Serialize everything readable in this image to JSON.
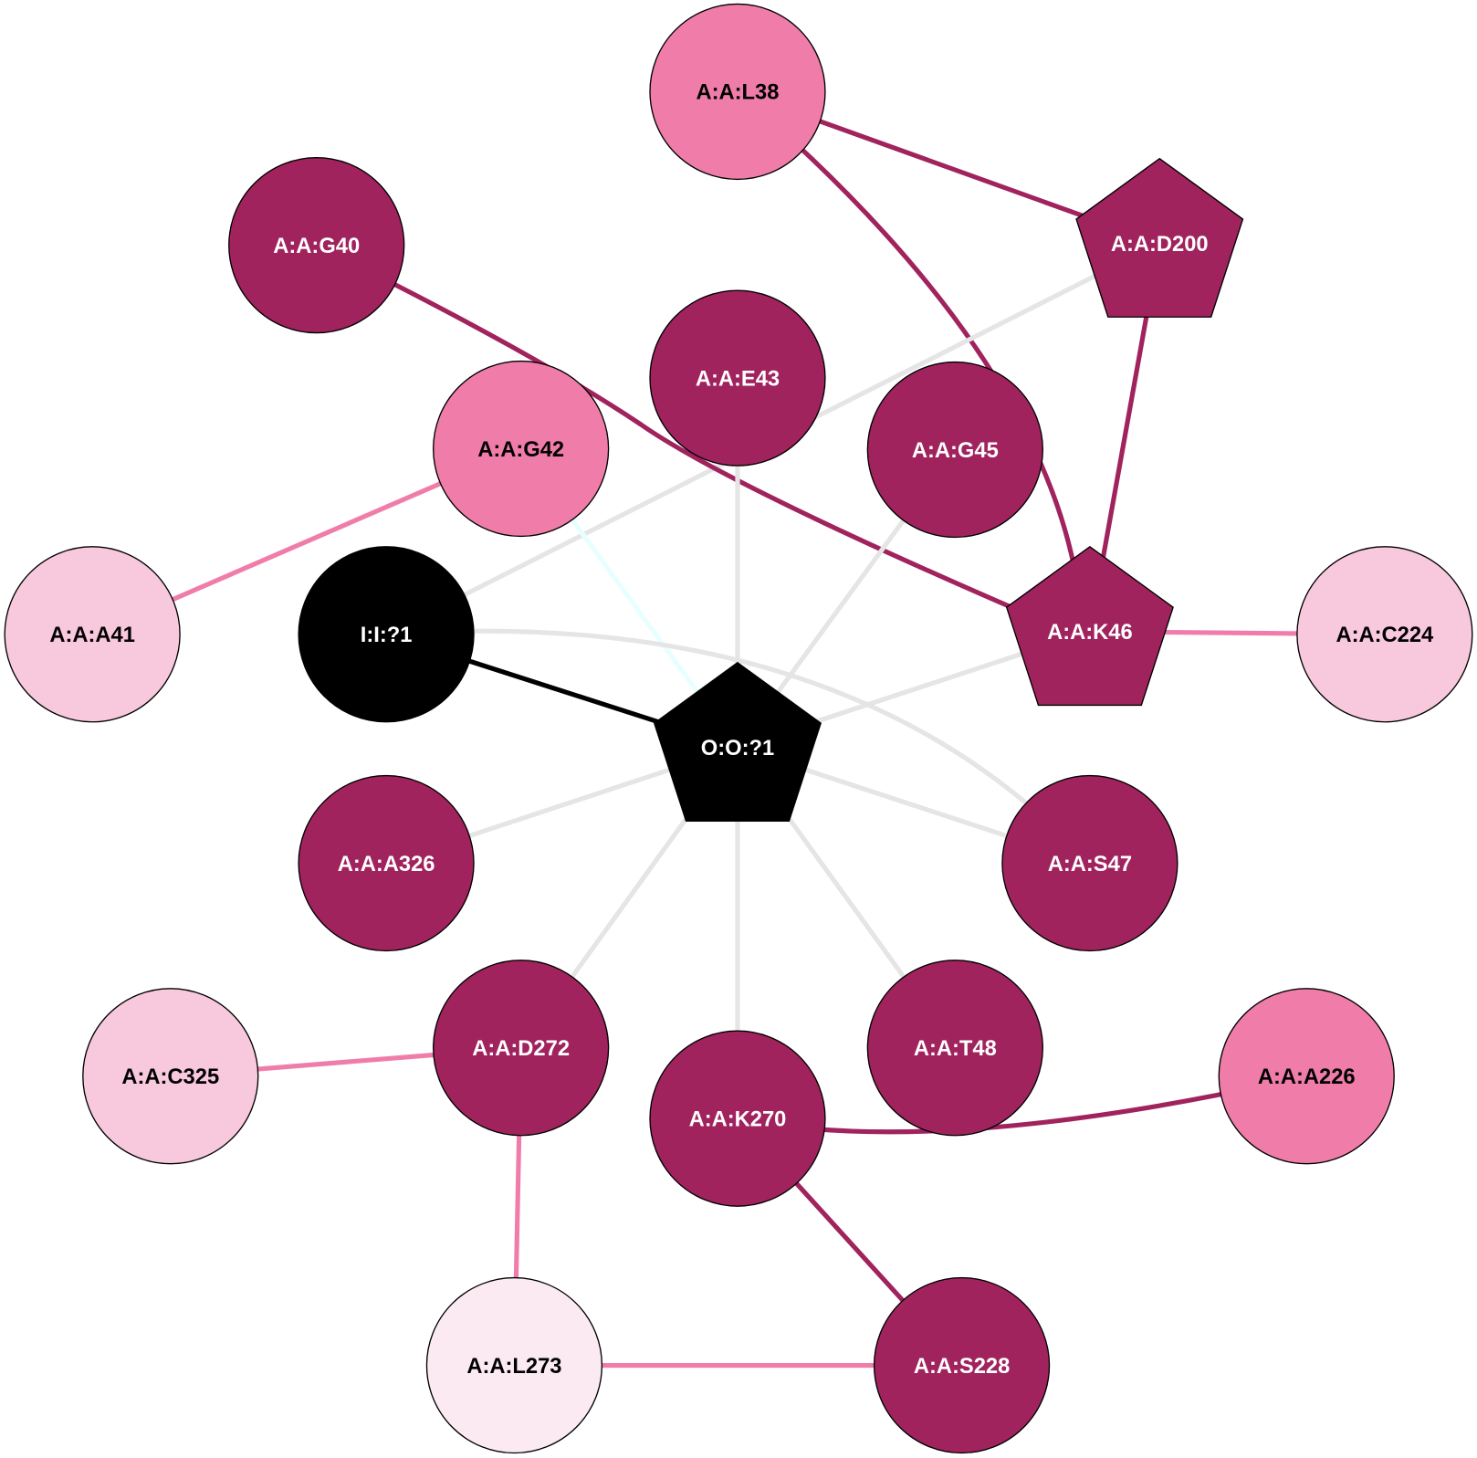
{
  "palette": {
    "dark": "#A0235E",
    "pink": "#F07DA9",
    "light": "#F8C8DC",
    "verylight": "#FBEAF2",
    "black": "#000000",
    "edge_grey": "#E5E5E5",
    "edge_cyan": "#E8FFFF",
    "edge_dark": "#A0235E",
    "edge_pink": "#F07DA9",
    "edge_black": "#000000"
  },
  "nodes": [
    {
      "id": "L38",
      "label": "A:A:L38",
      "shape": "circle",
      "fill": "pink"
    },
    {
      "id": "G40",
      "label": "A:A:G40",
      "shape": "circle",
      "fill": "dark"
    },
    {
      "id": "D200",
      "label": "A:A:D200",
      "shape": "pentagon",
      "fill": "dark"
    },
    {
      "id": "E43",
      "label": "A:A:E43",
      "shape": "circle",
      "fill": "dark"
    },
    {
      "id": "G42",
      "label": "A:A:G42",
      "shape": "circle",
      "fill": "pink"
    },
    {
      "id": "G45",
      "label": "A:A:G45",
      "shape": "circle",
      "fill": "dark"
    },
    {
      "id": "A41",
      "label": "A:A:A41",
      "shape": "circle",
      "fill": "light"
    },
    {
      "id": "I1",
      "label": "I:I:?1",
      "shape": "circle",
      "fill": "black"
    },
    {
      "id": "K46",
      "label": "A:A:K46",
      "shape": "pentagon",
      "fill": "dark"
    },
    {
      "id": "C224",
      "label": "A:A:C224",
      "shape": "circle",
      "fill": "light"
    },
    {
      "id": "O1",
      "label": "O:O:?1",
      "shape": "pentagon",
      "fill": "black"
    },
    {
      "id": "A326",
      "label": "A:A:A326",
      "shape": "circle",
      "fill": "dark"
    },
    {
      "id": "S47",
      "label": "A:A:S47",
      "shape": "circle",
      "fill": "dark"
    },
    {
      "id": "D272",
      "label": "A:A:D272",
      "shape": "circle",
      "fill": "dark"
    },
    {
      "id": "C325",
      "label": "A:A:C325",
      "shape": "circle",
      "fill": "light"
    },
    {
      "id": "T48",
      "label": "A:A:T48",
      "shape": "circle",
      "fill": "dark"
    },
    {
      "id": "K270",
      "label": "A:A:K270",
      "shape": "circle",
      "fill": "dark"
    },
    {
      "id": "A226",
      "label": "A:A:A226",
      "shape": "circle",
      "fill": "pink"
    },
    {
      "id": "L273",
      "label": "A:A:L273",
      "shape": "circle",
      "fill": "verylight"
    },
    {
      "id": "S228",
      "label": "A:A:S228",
      "shape": "circle",
      "fill": "dark"
    }
  ],
  "edges": [
    {
      "from": "L38",
      "to": "D200",
      "type": "edge_dark"
    },
    {
      "from": "L38",
      "to": "K46",
      "type": "edge_dark"
    },
    {
      "from": "D200",
      "to": "K46",
      "type": "edge_dark"
    },
    {
      "from": "D200",
      "to": "I1",
      "type": "edge_grey"
    },
    {
      "from": "G40",
      "to": "K46",
      "type": "edge_dark"
    },
    {
      "from": "E43",
      "to": "O1",
      "type": "edge_grey"
    },
    {
      "from": "G45",
      "to": "O1",
      "type": "edge_grey"
    },
    {
      "from": "G42",
      "to": "O1",
      "type": "edge_cyan"
    },
    {
      "from": "G42",
      "to": "A41",
      "type": "edge_pink"
    },
    {
      "from": "I1",
      "to": "O1",
      "type": "edge_black"
    },
    {
      "from": "I1",
      "to": "S47",
      "type": "edge_grey"
    },
    {
      "from": "K46",
      "to": "O1",
      "type": "edge_grey"
    },
    {
      "from": "K46",
      "to": "C224",
      "type": "edge_pink"
    },
    {
      "from": "O1",
      "to": "A326",
      "type": "edge_grey"
    },
    {
      "from": "O1",
      "to": "S47",
      "type": "edge_grey"
    },
    {
      "from": "O1",
      "to": "D272",
      "type": "edge_grey"
    },
    {
      "from": "O1",
      "to": "K270",
      "type": "edge_grey"
    },
    {
      "from": "O1",
      "to": "T48",
      "type": "edge_grey"
    },
    {
      "from": "D272",
      "to": "C325",
      "type": "edge_pink"
    },
    {
      "from": "D272",
      "to": "L273",
      "type": "edge_pink"
    },
    {
      "from": "K270",
      "to": "A226",
      "type": "edge_dark"
    },
    {
      "from": "K270",
      "to": "S228",
      "type": "edge_dark"
    },
    {
      "from": "L273",
      "to": "S228",
      "type": "edge_pink"
    }
  ]
}
